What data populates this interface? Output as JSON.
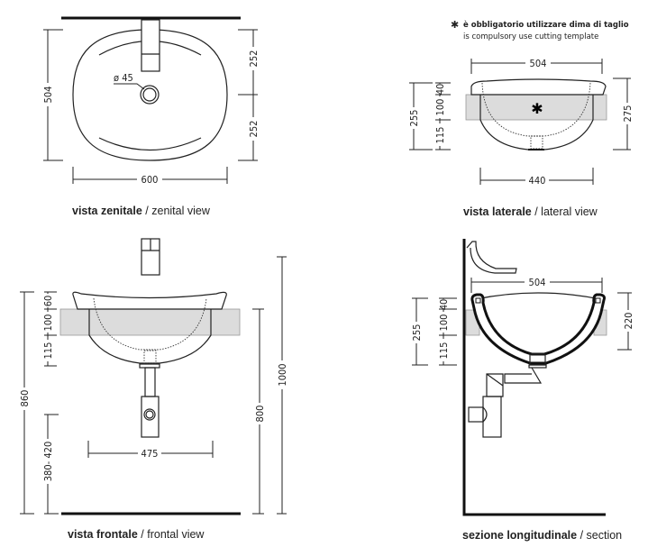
{
  "note": {
    "star": "✱",
    "it": "è obbligatorio utilizzare dima di taglio",
    "en": "is compulsory use cutting template"
  },
  "zenital": {
    "caption_it": "vista zenitale",
    "caption_sep": " / ",
    "caption_en": "zenital view",
    "dims": {
      "depth": "504",
      "half_top": "252",
      "half_bottom": "252",
      "width": "600",
      "drain": "ø 45"
    }
  },
  "lateral": {
    "caption_it": "vista laterale",
    "caption_sep": " / ",
    "caption_en": "lateral view",
    "dims": {
      "top": "504",
      "total": "255",
      "rim": "40",
      "counter": "100",
      "below": "115",
      "right": "275",
      "bottom": "440"
    }
  },
  "frontal": {
    "caption_it": "vista frontale",
    "caption_sep": " / ",
    "caption_en": "frontal view",
    "dims": {
      "total": "860",
      "rim": "60",
      "counter": "100",
      "below": "115",
      "trap": "380- 420",
      "width": "475",
      "counter_height": "800",
      "tap_height": "1000"
    }
  },
  "section": {
    "caption_it": "sezione longitudinale",
    "caption_sep": " / ",
    "caption_en": "section",
    "dims": {
      "top": "504",
      "total": "255",
      "rim": "40",
      "counter": "100",
      "below": "115",
      "right": "220"
    }
  }
}
